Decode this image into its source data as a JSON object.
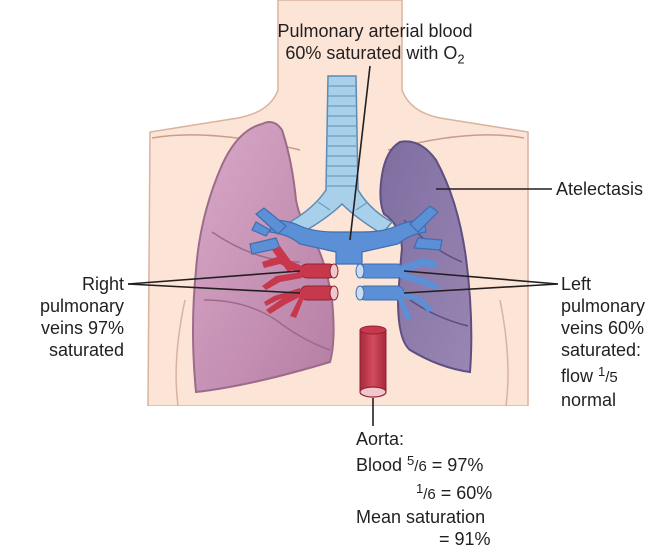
{
  "labels": {
    "pulmonary_arterial": {
      "line1": "Pulmonary arterial blood",
      "line2_prefix": "60% saturated with O",
      "line2_sub": "2"
    },
    "atelectasis": "Atelectasis",
    "right_veins": [
      "Right",
      "pulmonary",
      "veins 97%",
      "saturated"
    ],
    "left_veins": {
      "lines": [
        "Left",
        "pulmonary",
        "veins 60%",
        "saturated:"
      ],
      "flow_prefix": "flow ",
      "flow_num": "1",
      "flow_den": "5",
      "last": "normal"
    },
    "aorta": {
      "title": "Aorta:",
      "blood_prefix": "Blood ",
      "frac1_num": "5",
      "frac1_den": "6",
      "frac1_value": " = 97%",
      "frac2_num": "1",
      "frac2_den": "6",
      "frac2_value": " = 60%",
      "mean_label": "Mean saturation",
      "mean_value": "= 91%"
    }
  },
  "colors": {
    "skin": "#fce4d6",
    "skin_outline": "#c79a85",
    "right_lung": "#c994b8",
    "left_lung_atelectatic": "#8a78a8",
    "trachea": "#a8d0ea",
    "pulmonary_artery": "#5b8fd6",
    "oxygenated_vein": "#c8384c",
    "aorta": "#c8384c",
    "leader_line": "#231f20"
  }
}
